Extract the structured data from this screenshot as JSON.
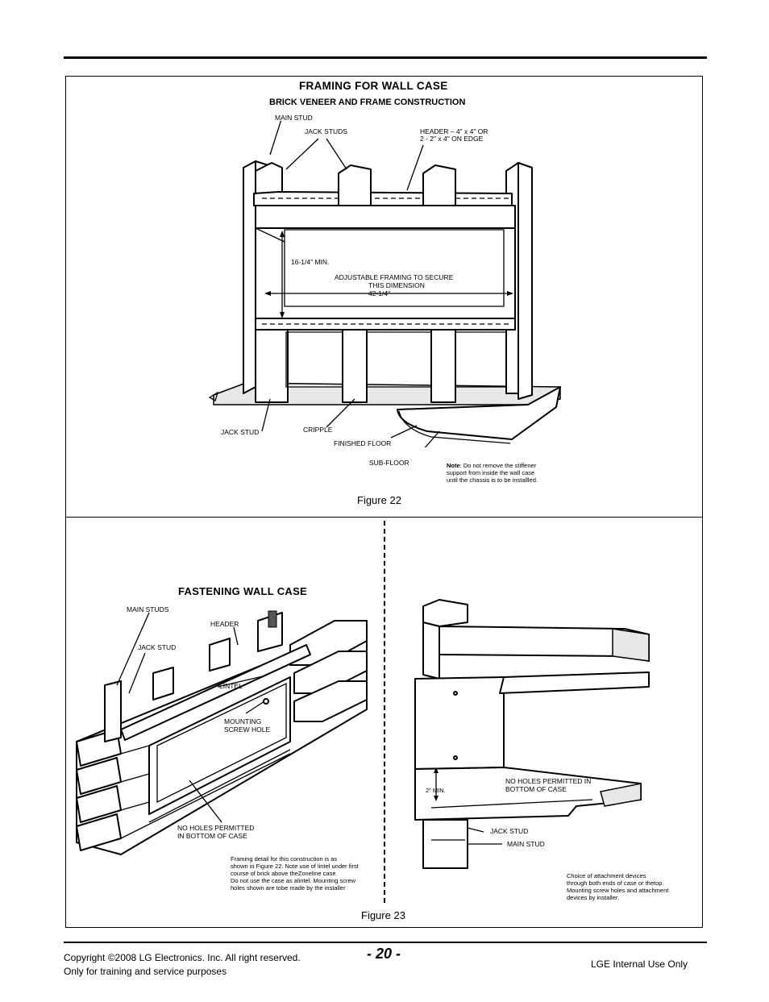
{
  "fig22": {
    "title": "FRAMING FOR WALL CASE",
    "subtitle": "BRICK VENEER AND FRAME CONSTRUCTION",
    "labels": {
      "main_stud": "MAIN STUD",
      "jack_studs": "JACK STUDS",
      "header_1": "HEADER – 4\" x 4\" OR",
      "header_2": "2 - 2\" x 4\" ON EDGE",
      "min_height": "16-1/4\" MIN.",
      "adjustable_1": "ADJUSTABLE FRAMING TO SECURE",
      "adjustable_2": "THIS DIMENSION",
      "width": "42-1/4\"",
      "jack_stud": "JACK STUD",
      "cripple": "CRIPPLE",
      "finished_floor": "FINISHED FLOOR",
      "sub_floor": "SUB-FLOOR"
    },
    "note": {
      "bold": "Note",
      "line1": ": Do not remove the stiffener",
      "line2": "support from inside the wall case",
      "line3": "until the chassis is to be installled."
    },
    "caption": "Figure 22"
  },
  "fig23": {
    "title": "FASTENING WALL CASE",
    "labels": {
      "main_studs": "MAIN STUDS",
      "header": "HEADER",
      "jack_stud": "JACK STUD",
      "lintel": "LINTEL",
      "mounting_1": "MOUNTING",
      "mounting_2": "SCREW HOLE",
      "no_holes_left_1": "NO HOLES PERMITTED",
      "no_holes_left_2": "IN BOTTOM OF CASE",
      "no_holes_right_1": "NO HOLES PERMITTED IN",
      "no_holes_right_2": "BOTTOM OF CASE",
      "two_min": "2\" MIN.",
      "jack_stud_right": "JACK STUD",
      "main_stud_right": "MAIN STUD"
    },
    "note_left": [
      "Framing detail for this construction is as",
      "shown in Figure 22. Note use of lintel under first",
      "course of brick above theZoneline case.",
      "Do not use the case as alintel. Mounting screw",
      "holes shown are tobe made by the installer"
    ],
    "note_right": [
      "Choice of attachment devices",
      "through both ends of case or thetop.",
      "Mounting screw holes and attachment",
      "devices by installer."
    ],
    "caption": "Figure 23"
  },
  "footer": {
    "page_number": "- 20 -",
    "copyright": "Copyright ©2008 LG Electronics. Inc. All right reserved.",
    "training": "Only for training and service purposes",
    "internal": "LGE Internal Use Only"
  }
}
